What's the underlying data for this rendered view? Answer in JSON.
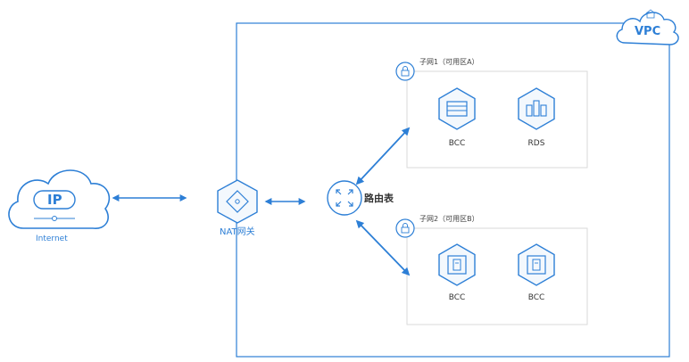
{
  "vpc": {
    "label": "VPC"
  },
  "internet": {
    "ip_label": "IP",
    "label": "Internet"
  },
  "nat": {
    "label": "NAT网关"
  },
  "route": {
    "label": "路由表"
  },
  "subnet1": {
    "title": "子网1（可用区A）",
    "nodes": [
      {
        "label": "BCC",
        "icon": "bcc-server-icon"
      },
      {
        "label": "RDS",
        "icon": "rds-database-icon"
      }
    ]
  },
  "subnet2": {
    "title": "子网2（可用区B）",
    "nodes": [
      {
        "label": "BCC",
        "icon": "bcc-instance-icon"
      },
      {
        "label": "BCC",
        "icon": "bcc-instance-icon"
      }
    ]
  },
  "colors": {
    "primary": "#2d7fd6",
    "box_border": "#d9d9d9",
    "hex_fill": "#f3f8fd",
    "text": "#333333"
  }
}
